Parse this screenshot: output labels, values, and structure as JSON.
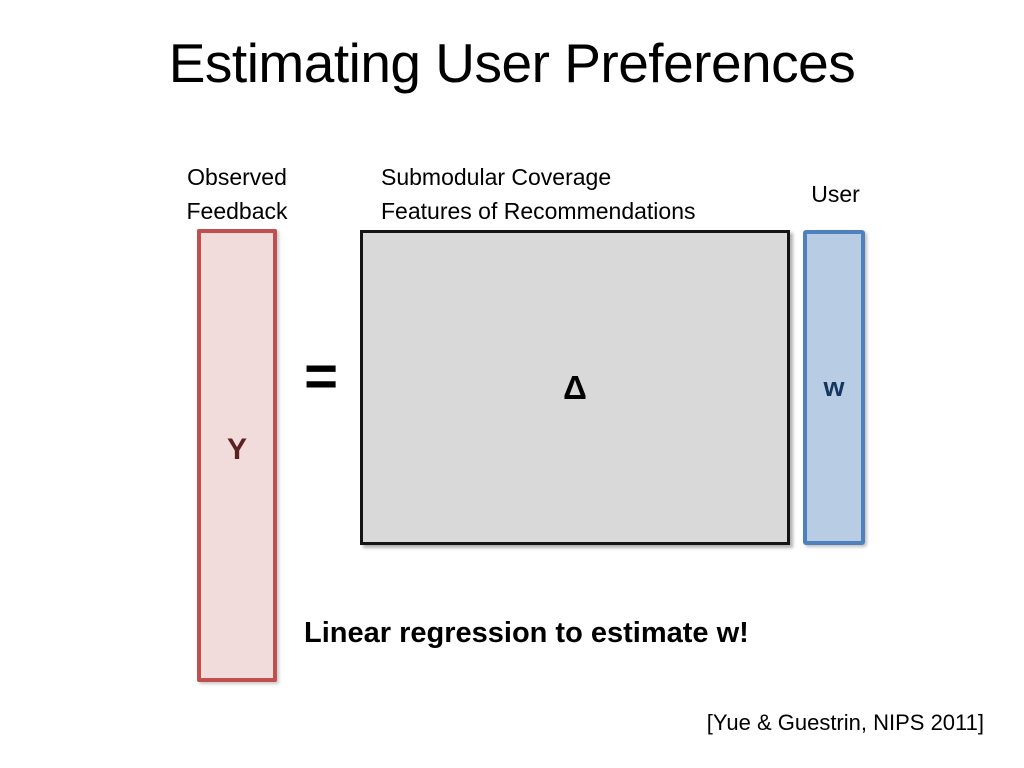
{
  "slide": {
    "title": "Estimating User Preferences",
    "background_color": "#ffffff"
  },
  "labels": {
    "observed_feedback": "Observed\nFeedback",
    "submodular_features": "Submodular Coverage\nFeatures of Recommendations",
    "user": "User"
  },
  "equation": {
    "operator": "=",
    "left_vector": {
      "symbol": "Y",
      "fill_color": "#f2dcdb",
      "border_color": "#c0504d",
      "text_color": "#5c2223"
    },
    "matrix": {
      "symbol": "Δ",
      "fill_color": "#d9d9d9",
      "border_color": "#141414",
      "text_color": "#000000"
    },
    "right_vector": {
      "symbol": "w",
      "fill_color": "#b8cce4",
      "border_color": "#4f81bd",
      "text_color": "#17365d"
    }
  },
  "caption": "Linear regression to estimate w!",
  "citation": "[Yue & Guestrin, NIPS 2011]"
}
